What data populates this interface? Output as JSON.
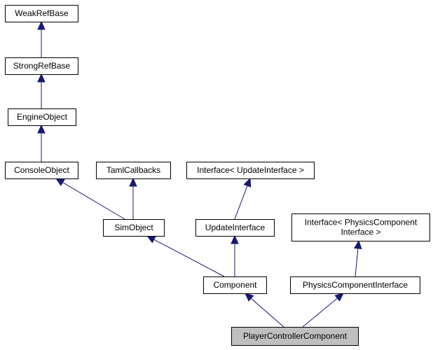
{
  "diagram": {
    "nodes": [
      {
        "id": "weakrefbase",
        "lines": [
          "WeakRefBase"
        ]
      },
      {
        "id": "strongrefbase",
        "lines": [
          "StrongRefBase"
        ]
      },
      {
        "id": "engineobject",
        "lines": [
          "EngineObject"
        ]
      },
      {
        "id": "consoleobject",
        "lines": [
          "ConsoleObject"
        ]
      },
      {
        "id": "tamlcallbacks",
        "lines": [
          "TamlCallbacks"
        ]
      },
      {
        "id": "interface-update",
        "lines": [
          "Interface< UpdateInterface >"
        ]
      },
      {
        "id": "simobject",
        "lines": [
          "SimObject"
        ]
      },
      {
        "id": "updateinterface",
        "lines": [
          "UpdateInterface"
        ]
      },
      {
        "id": "interface-physics",
        "lines": [
          "Interface< PhysicsComponent",
          "Interface >"
        ]
      },
      {
        "id": "component",
        "lines": [
          "Component"
        ]
      },
      {
        "id": "physicscomponentinterface",
        "lines": [
          "PhysicsComponentInterface"
        ]
      },
      {
        "id": "playercontrollercomponent",
        "lines": [
          "PlayerControllerComponent"
        ],
        "highlight": true
      }
    ],
    "edges": [
      {
        "from": "strongrefbase",
        "to": "weakrefbase"
      },
      {
        "from": "engineobject",
        "to": "strongrefbase"
      },
      {
        "from": "consoleobject",
        "to": "engineobject"
      },
      {
        "from": "simobject",
        "to": "consoleobject"
      },
      {
        "from": "simobject",
        "to": "tamlcallbacks"
      },
      {
        "from": "updateinterface",
        "to": "interface-update"
      },
      {
        "from": "component",
        "to": "simobject"
      },
      {
        "from": "component",
        "to": "updateinterface"
      },
      {
        "from": "physicscomponentinterface",
        "to": "interface-physics"
      },
      {
        "from": "playercontrollercomponent",
        "to": "component"
      },
      {
        "from": "playercontrollercomponent",
        "to": "physicscomponentinterface"
      }
    ],
    "colors": {
      "edge": "#191970",
      "highlight_fill": "#bfbfbf",
      "border": "#000000"
    }
  }
}
